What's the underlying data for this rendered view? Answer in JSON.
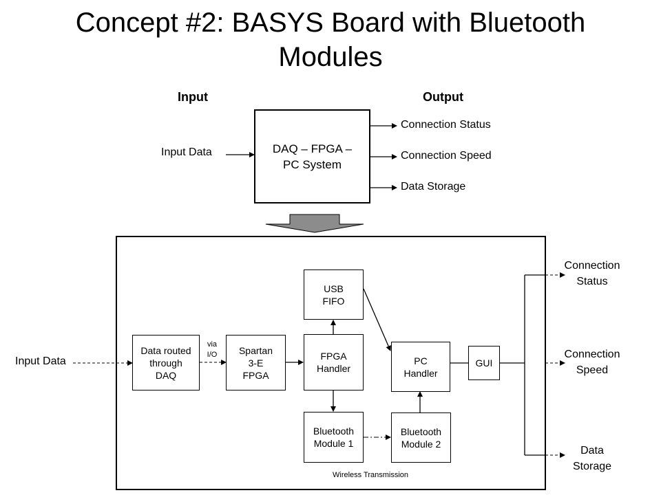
{
  "title": {
    "line1": "Concept #2: BASYS Board with Bluetooth",
    "line2": "Modules"
  },
  "overview": {
    "input_header": "Input",
    "output_header": "Output",
    "input_label": "Input Data",
    "system_box": {
      "line1": "DAQ – FPGA –",
      "line2": "PC System"
    },
    "outputs": [
      "Connection Status",
      "Connection Speed",
      "Data Storage"
    ]
  },
  "detail": {
    "input_label": "Input Data",
    "via": {
      "line1": "via",
      "line2": "I/O"
    },
    "blocks": {
      "daq": [
        "Data routed",
        "through",
        "DAQ"
      ],
      "spartan": [
        "Spartan",
        "3-E",
        "FPGA"
      ],
      "usb": [
        "USB",
        "FIFO"
      ],
      "fpga_handler": [
        "FPGA",
        "Handler"
      ],
      "bt1": [
        "Bluetooth",
        "Module 1"
      ],
      "bt2": [
        "Bluetooth",
        "Module 2"
      ],
      "pc_handler": [
        "PC",
        "Handler"
      ],
      "gui": [
        "GUI"
      ]
    },
    "outputs": [
      {
        "line1": "Connection",
        "line2": "Status"
      },
      {
        "line1": "Connection",
        "line2": "Speed"
      },
      {
        "line1": "Data",
        "line2": "Storage"
      }
    ],
    "wireless_label": "Wireless Transmission"
  },
  "colors": {
    "arrow_fill": "#8c8c8c",
    "line": "#000000",
    "background": "#ffffff"
  }
}
